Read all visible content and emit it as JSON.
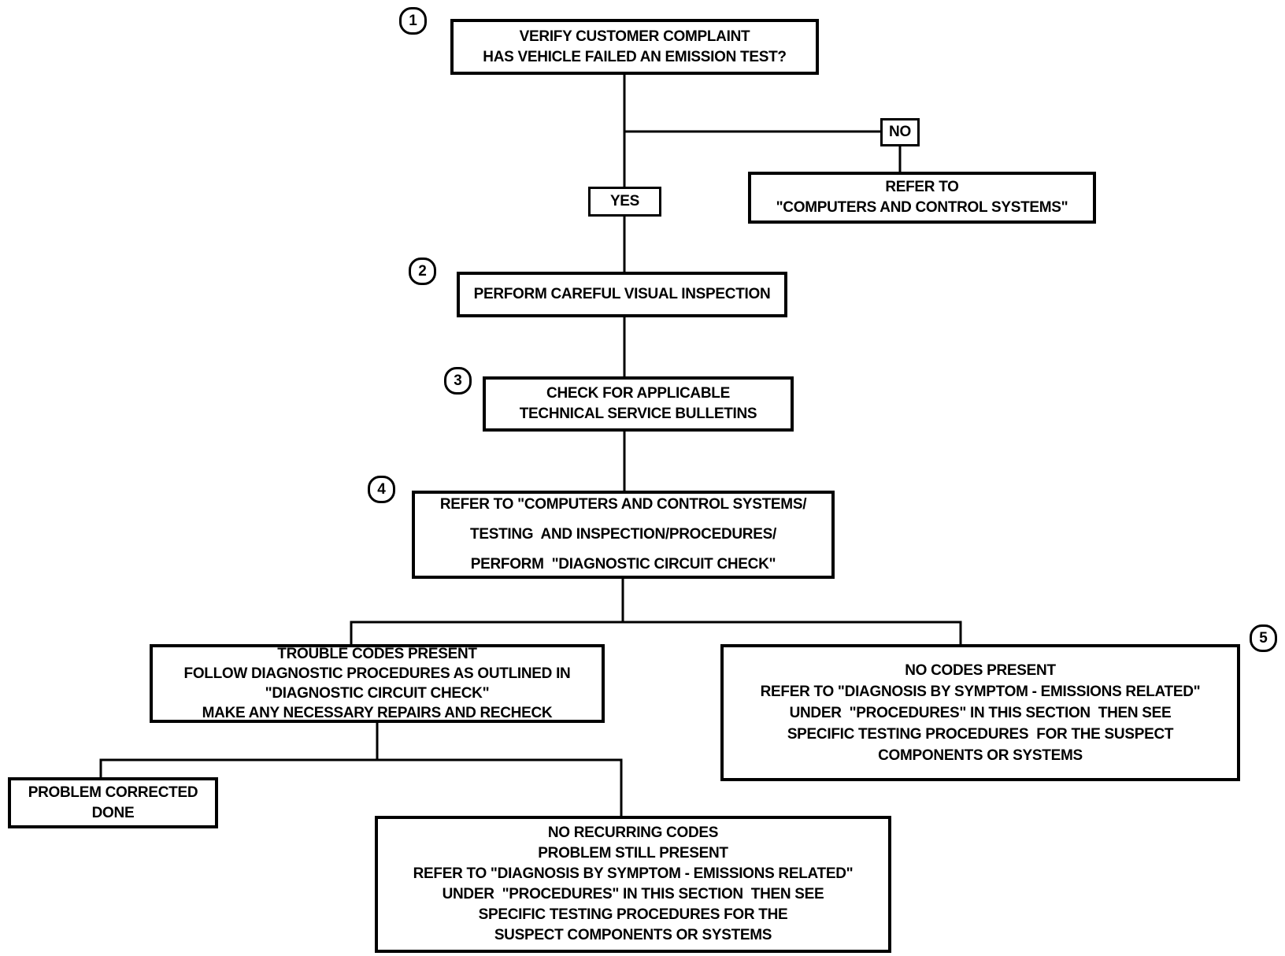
{
  "colors": {
    "background": "#ffffff",
    "line": "#000000",
    "text": "#000000"
  },
  "nodes": {
    "step1": {
      "number": "1",
      "lines": [
        "VERIFY CUSTOMER COMPLAINT",
        "HAS VEHICLE FAILED AN EMISSION TEST?"
      ]
    },
    "no_branch": {
      "label": "NO"
    },
    "refer_computers": {
      "lines": [
        "REFER TO",
        "\"COMPUTERS AND CONTROL SYSTEMS\""
      ]
    },
    "yes_branch": {
      "label": "YES"
    },
    "step2": {
      "number": "2",
      "lines": [
        "PERFORM CAREFUL VISUAL INSPECTION"
      ]
    },
    "step3": {
      "number": "3",
      "lines": [
        "CHECK FOR APPLICABLE",
        "TECHNICAL SERVICE BULLETINS"
      ]
    },
    "step4": {
      "number": "4",
      "lines": [
        "REFER TO \"COMPUTERS AND CONTROL SYSTEMS/",
        "TESTING  AND INSPECTION/PROCEDURES/",
        "PERFORM  \"DIAGNOSTIC CIRCUIT CHECK\""
      ]
    },
    "trouble_codes": {
      "lines": [
        "TROUBLE CODES PRESENT",
        "FOLLOW DIAGNOSTIC PROCEDURES AS OUTLINED IN",
        "\"DIAGNOSTIC CIRCUIT CHECK\"",
        "MAKE ANY NECESSARY REPAIRS AND RECHECK"
      ]
    },
    "no_codes": {
      "number": "5",
      "lines": [
        "NO CODES PRESENT",
        "REFER TO \"DIAGNOSIS BY SYMPTOM - EMISSIONS RELATED\"",
        "UNDER  \"PROCEDURES\" IN THIS SECTION  THEN SEE",
        "SPECIFIC TESTING PROCEDURES  FOR THE SUSPECT",
        "COMPONENTS OR SYSTEMS"
      ]
    },
    "problem_corrected": {
      "lines": [
        "PROBLEM CORRECTED",
        "DONE"
      ]
    },
    "no_recurring": {
      "lines": [
        "NO RECURRING CODES",
        "PROBLEM STILL PRESENT",
        "REFER TO \"DIAGNOSIS BY SYMPTOM - EMISSIONS RELATED\"",
        "UNDER  \"PROCEDURES\" IN THIS SECTION  THEN SEE",
        "SPECIFIC TESTING PROCEDURES FOR THE",
        "SUSPECT COMPONENTS OR SYSTEMS"
      ]
    }
  }
}
